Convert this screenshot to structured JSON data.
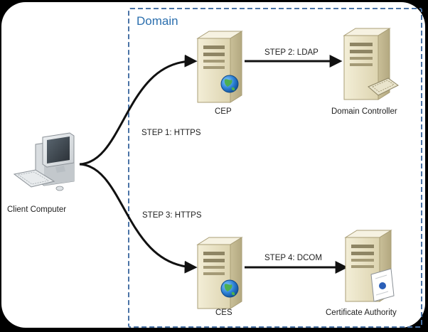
{
  "domain": {
    "title": "Domain"
  },
  "nodes": {
    "client": {
      "label": "Client Computer",
      "icon": "desktop-computer-icon"
    },
    "cep": {
      "label": "CEP",
      "icon": "server-globe-icon"
    },
    "dc": {
      "label": "Domain Controller",
      "icon": "server-keyboard-icon"
    },
    "ces": {
      "label": "CES",
      "icon": "server-globe-icon"
    },
    "ca": {
      "label": "Certificate Authority",
      "icon": "server-certificate-icon"
    }
  },
  "edges": {
    "step1": "STEP 1: HTTPS",
    "step2": "STEP 2: LDAP",
    "step3": "STEP 3: HTTPS",
    "step4": "STEP 4: DCOM"
  },
  "colors": {
    "domain_border": "#4a73a6",
    "domain_title": "#2b6fae",
    "background": "#000000",
    "card": "#ffffff",
    "server_body": "#e7e0c4",
    "globe": "#2a7fd4"
  }
}
